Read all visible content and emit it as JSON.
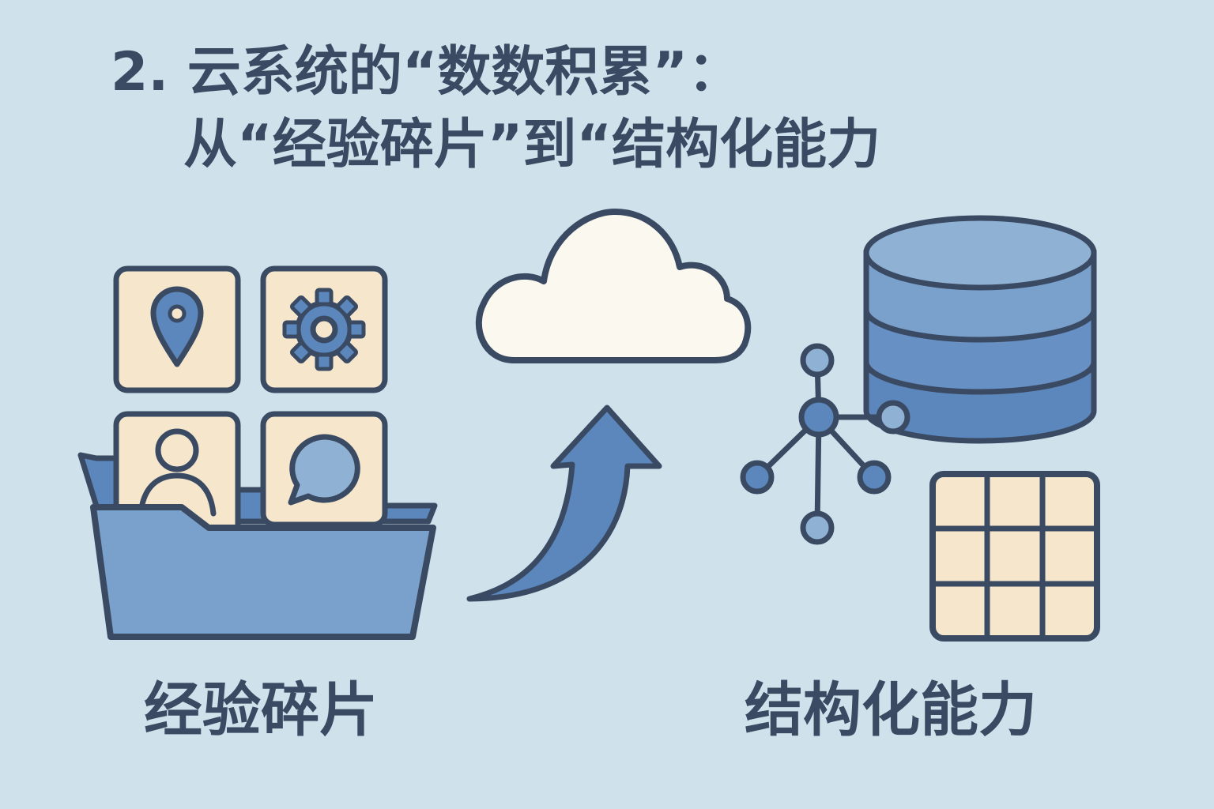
{
  "title": {
    "line1": "2. 云系统的“数数积累”：",
    "line2": "从“经验碎片”到“结构化能力"
  },
  "left_panel": {
    "label": "经验碎片",
    "icons": [
      "location-pin-icon",
      "gear-icon",
      "user-icon",
      "chat-bubble-icon",
      "folder-icon"
    ]
  },
  "center": {
    "icons": [
      "cloud-icon",
      "curved-up-arrow-icon"
    ]
  },
  "right_panel": {
    "label": "结构化能力",
    "icons": [
      "database-icon",
      "network-graph-icon",
      "grid-table-icon"
    ]
  },
  "colors": {
    "background": "#cfe1ea",
    "outline": "#3a4a63",
    "blue": "#5b87bd",
    "light_blue": "#8fb2d4",
    "cream": "#f6e6cc",
    "cloud": "#fbf8ef"
  }
}
